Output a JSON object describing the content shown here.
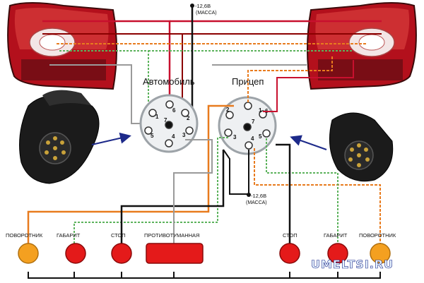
{
  "diagram": {
    "car_label": "Автомобиль",
    "trailer_label": "Прицеп",
    "ground_top": {
      "voltage": "-12,6В",
      "mass": "(МАССА)"
    },
    "ground_bottom": {
      "voltage": "-12,6В",
      "mass": "(МАССА)"
    },
    "car_pins": [
      "1",
      "2",
      "3",
      "4",
      "5",
      "6",
      "7"
    ],
    "trailer_pins": [
      "1",
      "2",
      "3",
      "4",
      "5",
      "6",
      "7"
    ],
    "lamps_left": [
      {
        "label": "ПОВОРОТНИК",
        "color": "#f4a020"
      },
      {
        "label": "ГАБАРИТ",
        "color": "#e41a1a"
      },
      {
        "label": "СТОП",
        "color": "#e41a1a"
      },
      {
        "label": "ПРОТИВОТУМАННАЯ",
        "color": "#e41a1a"
      }
    ],
    "lamps_right": [
      {
        "label": "СТОП",
        "color": "#e41a1a"
      },
      {
        "label": "ГАБАРИТ",
        "color": "#e41a1a"
      },
      {
        "label": "ПОВОРОТНИК",
        "color": "#f4a020"
      }
    ],
    "watermark": "UMELTSI.RU"
  },
  "colors": {
    "red_wire": "#c8102e",
    "orange_wire": "#e87b1e",
    "green_dashed": "#5db35d",
    "black_wire": "#111111",
    "gray_wire": "#9a9a9a",
    "arrow": "#1d2a8a"
  }
}
